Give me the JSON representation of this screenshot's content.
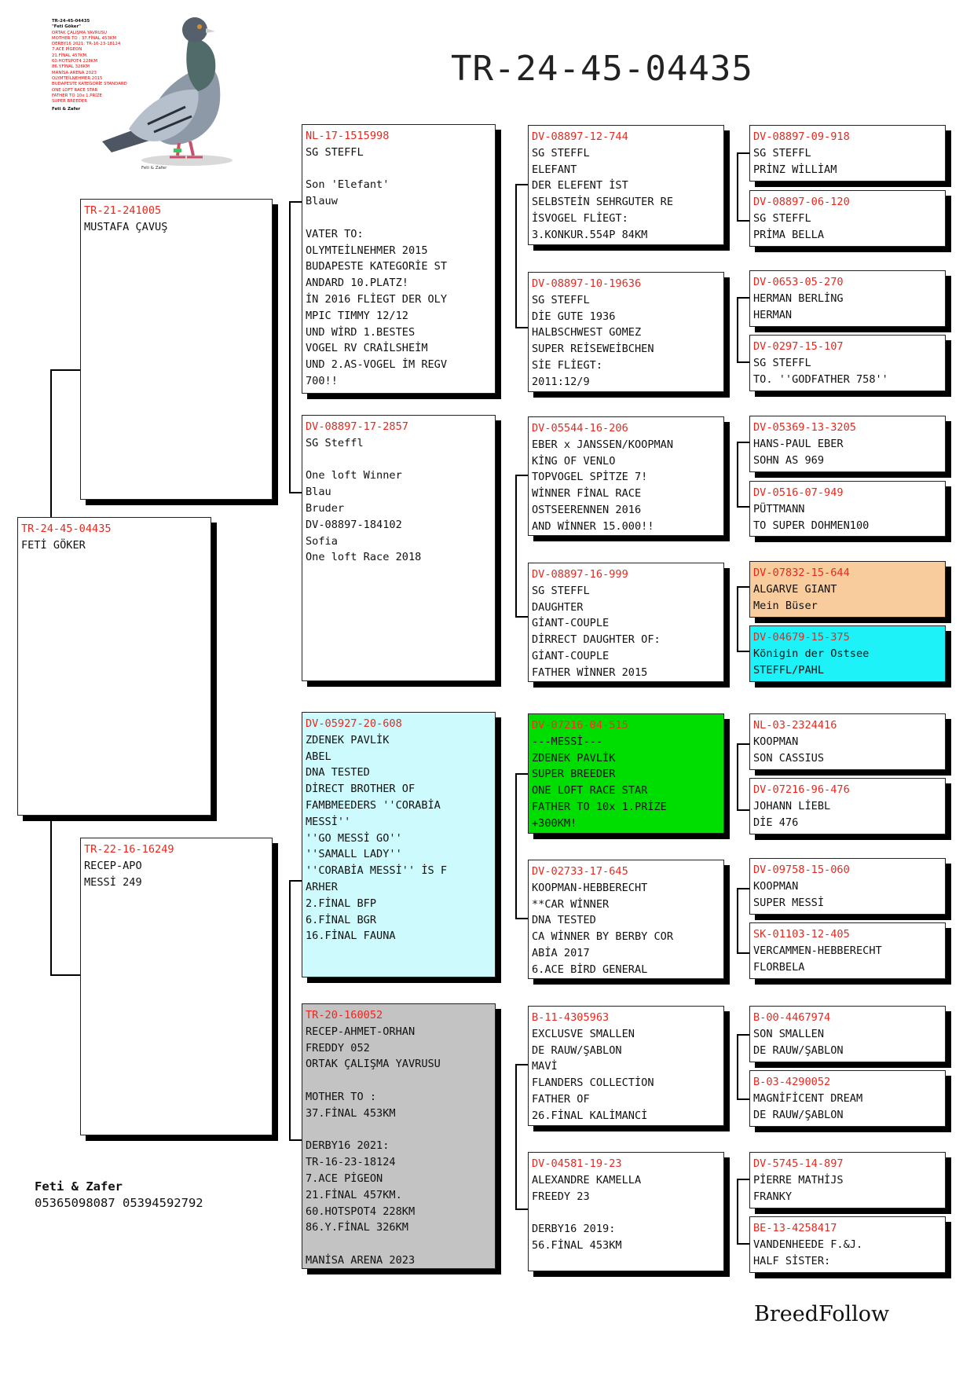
{
  "title": "TR-24-45-04435",
  "contact": {
    "name": "Feti & Zafer",
    "phones": "05365098087 05394592792"
  },
  "brand": "BreedFollow",
  "photo": {
    "title": "TR-24-45-04435",
    "subtitle": "\"Feti Göker\"",
    "lines": [
      "ORTAK ÇALIŞMA YAVRUSU",
      "MOTHER TO : 37.FİNAL 453KM",
      "DERBY16 2021: TR-16-23-18124",
      "7.ACE PİGEON",
      "21.FİNAL 457KM.",
      "60.HOTSPOT4 228KM",
      "86.Y.FİNAL 326KM",
      "MANİSA ARENA 2023",
      "OLYMTEİLNEHMER 2015",
      "BUDAPESTE KATEGORİE STANDARD",
      "ONE LOFT RACE STAR",
      "FATHER TO 10x 1.PRİZE",
      "SUPER BREEDER"
    ],
    "footer": "Feti & Zafer",
    "caption": "Feti & Zafer"
  },
  "pedigree": {
    "subject": {
      "ring": "TR-24-45-04435",
      "lines": [
        "FETİ GÖKER"
      ]
    },
    "sire": {
      "ring": "TR-21-241005",
      "lines": [
        "MUSTAFA ÇAVUŞ"
      ]
    },
    "dam": {
      "ring": "TR-22-16-16249",
      "lines": [
        "RECEP-APO",
        "MESSİ 249"
      ]
    },
    "ss": {
      "ring": "NL-17-1515998",
      "lines": [
        "SG STEFFL",
        "",
        "Son 'Elefant'",
        "Blauw",
        "",
        "VATER TO:",
        "OLYMTEİLNEHMER 2015",
        "BUDAPESTE KATEGORİE ST",
        "ANDARD 10.PLATZ!",
        "İN 2016 FLİEGT DER OLY",
        "MPIC TIMMY 12/12",
        "UND WİRD 1.BESTES",
        "VOGEL RV CRAİLSHEİM",
        "UND 2.AS-VOGEL İM REGV",
        " 700!!"
      ]
    },
    "sd": {
      "ring": "DV-08897-17-2857",
      "lines": [
        "SG Steffl",
        "",
        "One loft Winner",
        "Blau",
        "Bruder",
        "DV-08897-184102",
        "Sofia",
        "One loft Race 2018"
      ]
    },
    "ds": {
      "ring": "DV-05927-20-608",
      "lines": [
        "ZDENEK PAVLİK",
        "ABEL",
        "DNA TESTED",
        "DİRECT BROTHER OF",
        "FAMBMEEDERS ''CORABİA",
        "MESSİ''",
        "''GO MESSİ GO''",
        "''SAMALL LADY''",
        "''CORABİA MESSİ'' İS F",
        "ARHER",
        "2.FİNAL BFP",
        "6.FİNAL BGR",
        "16.FİNAL FAUNA"
      ]
    },
    "dd": {
      "ring": "TR-20-160052",
      "lines": [
        "RECEP-AHMET-ORHAN",
        "FREDDY 052",
        "ORTAK ÇALIŞMA YAVRUSU",
        "",
        "MOTHER TO :",
        "37.FİNAL 453KM",
        "",
        "DERBY16 2021:",
        "TR-16-23-18124",
        "7.ACE PİGEON",
        "21.FİNAL     457KM.",
        "60.HOTSPOT4 228KM",
        "86.Y.FİNAL  326KM",
        "",
        "MANİSA ARENA 2023"
      ]
    },
    "sss": {
      "ring": "DV-08897-12-744",
      "lines": [
        "SG STEFFL",
        "ELEFANT",
        "DER ELEFENT İST",
        "SELBSTEİN SEHRGUTER RE",
        "İSVOGEL FLİEGT:",
        "3.KONKUR.554P 84KM"
      ]
    },
    "ssd": {
      "ring": "DV-08897-10-19636",
      "lines": [
        "SG STEFFL",
        "DİE GUTE 1936",
        "HALBSCHWEST GOMEZ",
        "SUPER REİSEWEİBCHEN",
        "SİE FLİEGT:",
        "2011:12/9"
      ]
    },
    "sds": {
      "ring": "DV-05544-16-206",
      "lines": [
        "EBER x JANSSEN/KOOPMAN",
        "KİNG OF VENLO",
        "TOPVOGEL SPİTZE 7!",
        "WİNNER FİNAL RACE",
        "OSTSEERENNEN 2016",
        "AND WİNNER 15.000!!"
      ]
    },
    "sdd": {
      "ring": "DV-08897-16-999",
      "lines": [
        "SG STEFFL",
        "DAUGHTER",
        "GİANT-COUPLE",
        "DİRRECT DAUGHTER OF:",
        "GİANT-COUPLE",
        "FATHER WİNNER 2015"
      ]
    },
    "dss": {
      "ring": "DV-07216-04-515",
      "lines": [
        "---MESSİ---",
        "ZDENEK PAVLİK",
        "SUPER BREEDER",
        "ONE LOFT RACE STAR",
        "FATHER TO 10x 1.PRİZE",
        "+300KM!"
      ]
    },
    "dsd": {
      "ring": "DV-02733-17-645",
      "lines": [
        "KOOPMAN-HEBBERECHT",
        "**CAR WİNNER",
        "DNA TESTED",
        "CA WİNNER BY BERBY COR",
        "ABİA 2017",
        "6.ACE BİRD GENERAL"
      ]
    },
    "dds": {
      "ring": "B-11-4305963",
      "lines": [
        "EXCLUSVE SMALLEN",
        "DE RAUW/ŞABLON",
        "MAVİ",
        "FLANDERS COLLECTİON",
        "FATHER OF",
        "26.FİNAL KALİMANCİ"
      ]
    },
    "ddd": {
      "ring": "DV-04581-19-23",
      "lines": [
        "ALEXANDRE KAMELLA",
        "FREEDY 23",
        "",
        "DERBY16 2019:",
        "56.FİNAL 453KM"
      ]
    },
    "g1": {
      "ring": "DV-08897-09-918",
      "lines": [
        "SG STEFFL",
        "PRİNZ WİLLİAM"
      ]
    },
    "g2": {
      "ring": "DV-08897-06-120",
      "lines": [
        "SG STEFFL",
        "PRİMA BELLA"
      ]
    },
    "g3": {
      "ring": "DV-0653-05-270",
      "lines": [
        "HERMAN BERLİNG",
        "HERMAN"
      ]
    },
    "g4": {
      "ring": "DV-0297-15-107",
      "lines": [
        "SG STEFFL",
        "TO. ''GODFATHER 758''"
      ]
    },
    "g5": {
      "ring": "DV-05369-13-3205",
      "lines": [
        "HANS-PAUL EBER",
        "SOHN AS 969"
      ]
    },
    "g6": {
      "ring": "DV-0516-07-949",
      "lines": [
        "PÜTTMANN",
        "TO SUPER DOHMEN100"
      ]
    },
    "g7": {
      "ring": "DV-07832-15-644",
      "lines": [
        "ALGARVE GIANT",
        "Mein Büser"
      ]
    },
    "g8": {
      "ring": "DV-04679-15-375",
      "lines": [
        "Königin der Ostsee",
        "STEFFL/PAHL"
      ]
    },
    "g9": {
      "ring": "NL-03-2324416",
      "lines": [
        "KOOPMAN",
        "SON CASSIUS"
      ]
    },
    "g10": {
      "ring": "DV-07216-96-476",
      "lines": [
        "JOHANN LİEBL",
        "DİE 476"
      ]
    },
    "g11": {
      "ring": "DV-09758-15-060",
      "lines": [
        "KOOPMAN",
        "SUPER MESSİ"
      ]
    },
    "g12": {
      "ring": "SK-01103-12-405",
      "lines": [
        "VERCAMMEN-HEBBERECHT",
        "FLORBELA"
      ]
    },
    "g13": {
      "ring": "B-00-4467974",
      "lines": [
        "SON SMALLEN",
        "DE RAUW/ŞABLON"
      ]
    },
    "g14": {
      "ring": "B-03-4290052",
      "lines": [
        "MAGNİFİCENT DREAM",
        "DE RAUW/ŞABLON"
      ]
    },
    "g15": {
      "ring": "DV-5745-14-897",
      "lines": [
        "PİERRE MATHİJS",
        "FRANKY"
      ]
    },
    "g16": {
      "ring": "BE-13-4258417",
      "lines": [
        "VANDENHEEDE F.&J.",
        "HALF SİSTER:"
      ]
    }
  }
}
